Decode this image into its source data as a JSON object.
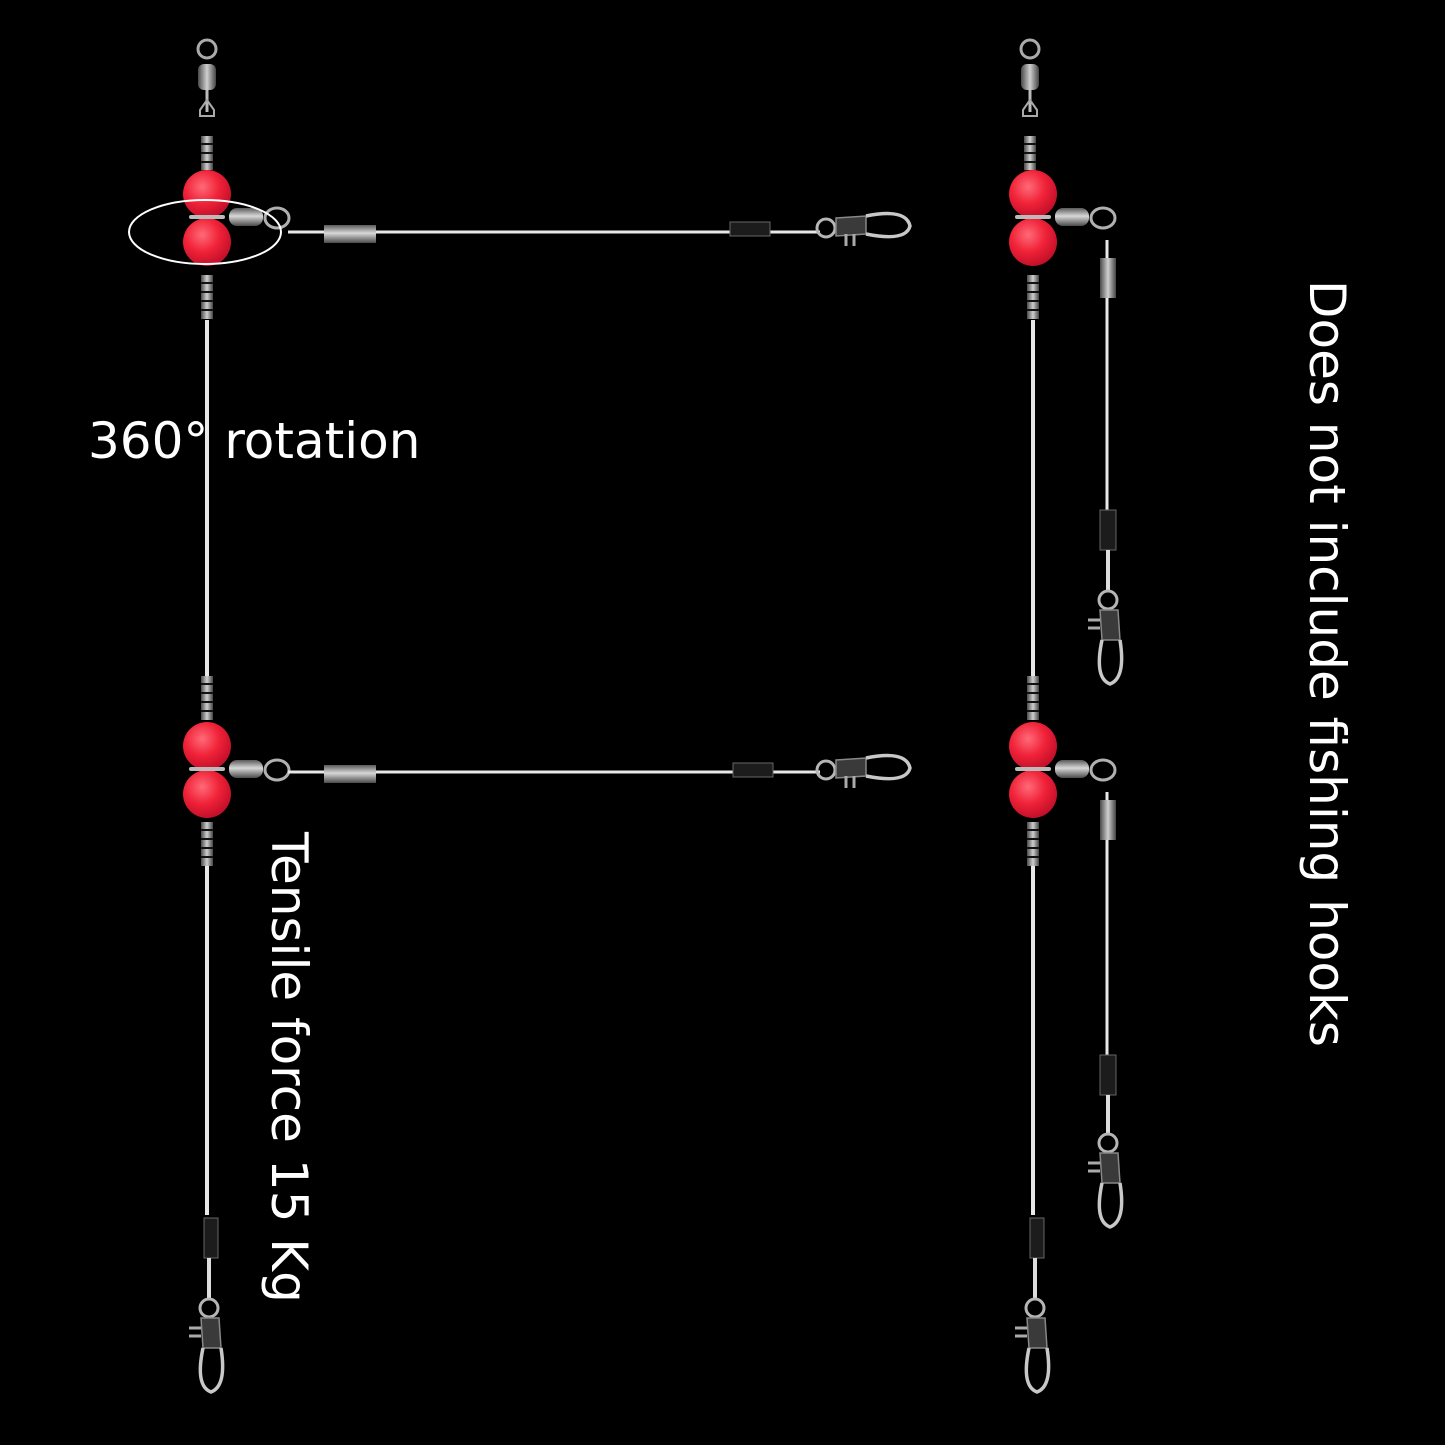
{
  "image": {
    "type": "product-infographic",
    "subject": "fishing rig with rotating bead swivels and snap clips",
    "background_color": "#000000",
    "bead_color": "#f0283a",
    "line_color": "#e8e8e8",
    "metal_color": "#9a9a9a"
  },
  "labels": {
    "rotation": "360° rotation",
    "tensile": "Tensile force 15 Kg",
    "no_hooks": "Does not include fishing hooks"
  },
  "rigs": [
    {
      "name": "left-rig-extended",
      "arms": [
        {
          "position": "upper",
          "orientation": "horizontal"
        },
        {
          "position": "lower",
          "orientation": "horizontal"
        }
      ]
    },
    {
      "name": "right-rig-folded",
      "arms": [
        {
          "position": "upper",
          "orientation": "hanging"
        },
        {
          "position": "lower",
          "orientation": "hanging"
        }
      ]
    }
  ]
}
